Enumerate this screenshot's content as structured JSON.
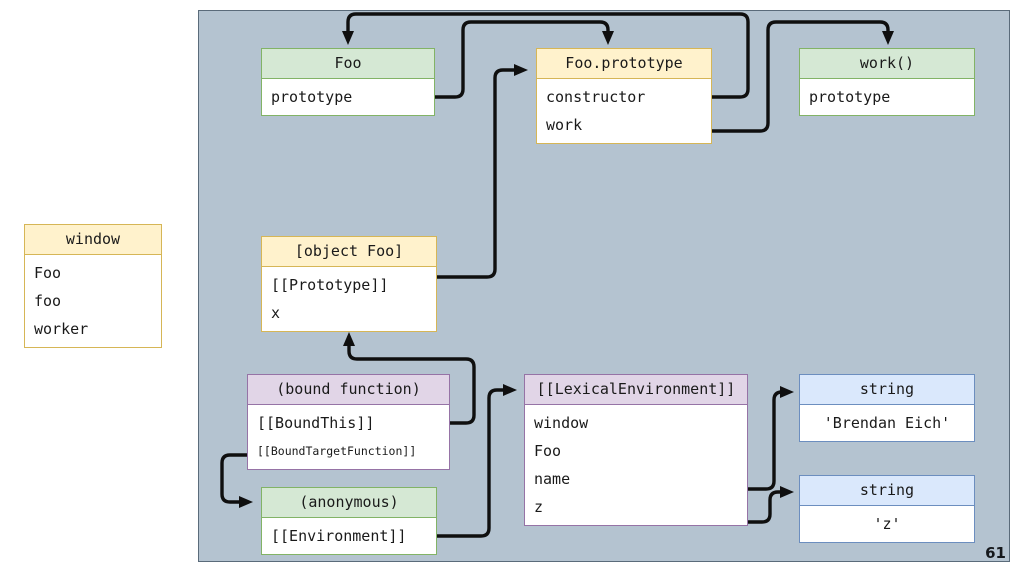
{
  "slide": {
    "page_number": "61",
    "panel_bg": "#b4c3d0",
    "panel_border": "#5a6b7a"
  },
  "palette": {
    "yellow_fill": "#fff2cc",
    "yellow_border": "#d6b656",
    "green_fill": "#d5e8d4",
    "green_border": "#82b366",
    "purple_fill": "#e1d5e7",
    "purple_border": "#9673a6",
    "blue_fill": "#dae8fc",
    "blue_border": "#6c8ebf",
    "connector": "#0f0f0f"
  },
  "boxes": {
    "window": {
      "title": "window",
      "rows": [
        "Foo",
        "foo",
        "worker"
      ]
    },
    "foo": {
      "title": "Foo",
      "rows": [
        "prototype"
      ]
    },
    "foo_prototype": {
      "title": "Foo.prototype",
      "rows": [
        "constructor",
        "work"
      ]
    },
    "work": {
      "title": "work()",
      "rows": [
        "prototype"
      ]
    },
    "object_foo": {
      "title": "[object Foo]",
      "rows": [
        "[[Prototype]]",
        "x"
      ]
    },
    "bound_function": {
      "title": "(bound function)",
      "rows": [
        "[[BoundThis]]",
        "[[BoundTargetFunction]]"
      ]
    },
    "anonymous": {
      "title": "(anonymous)",
      "rows": [
        "[[Environment]]"
      ]
    },
    "lexical_environment": {
      "title": "[[LexicalEnvironment]]",
      "rows": [
        "window",
        "Foo",
        "name",
        "z"
      ]
    },
    "string_name": {
      "title": "string",
      "rows": [
        "'Brendan Eich'"
      ]
    },
    "string_z": {
      "title": "string",
      "rows": [
        "'z'"
      ]
    }
  }
}
